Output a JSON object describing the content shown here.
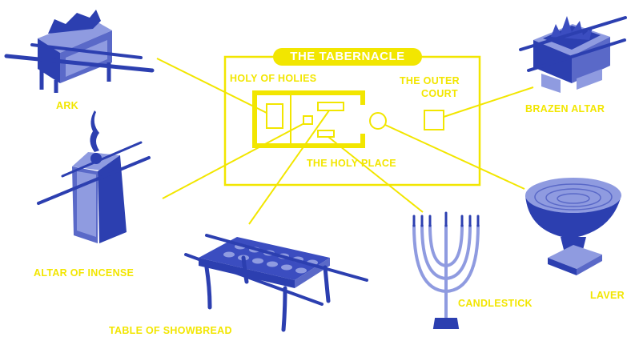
{
  "title": "THE TABERNACLE",
  "regions": {
    "holy_of_holies": "HOLY OF HOLIES",
    "outer_court_line1": "THE OUTER",
    "outer_court_line2": "COURT",
    "holy_place": "THE HOLY PLACE"
  },
  "items": {
    "ark": "ARK",
    "brazen_altar": "BRAZEN ALTAR",
    "altar_of_incense": "ALTAR OF INCENSE",
    "table_of_showbread": "TABLE OF SHOWBREAD",
    "candlestick": "CANDLESTICK",
    "laver": "LAVER"
  },
  "colors": {
    "accent": "#f2e600",
    "object_blue": "#2c3fb0",
    "object_light": "#8f9be0",
    "background": "#ffffff"
  }
}
